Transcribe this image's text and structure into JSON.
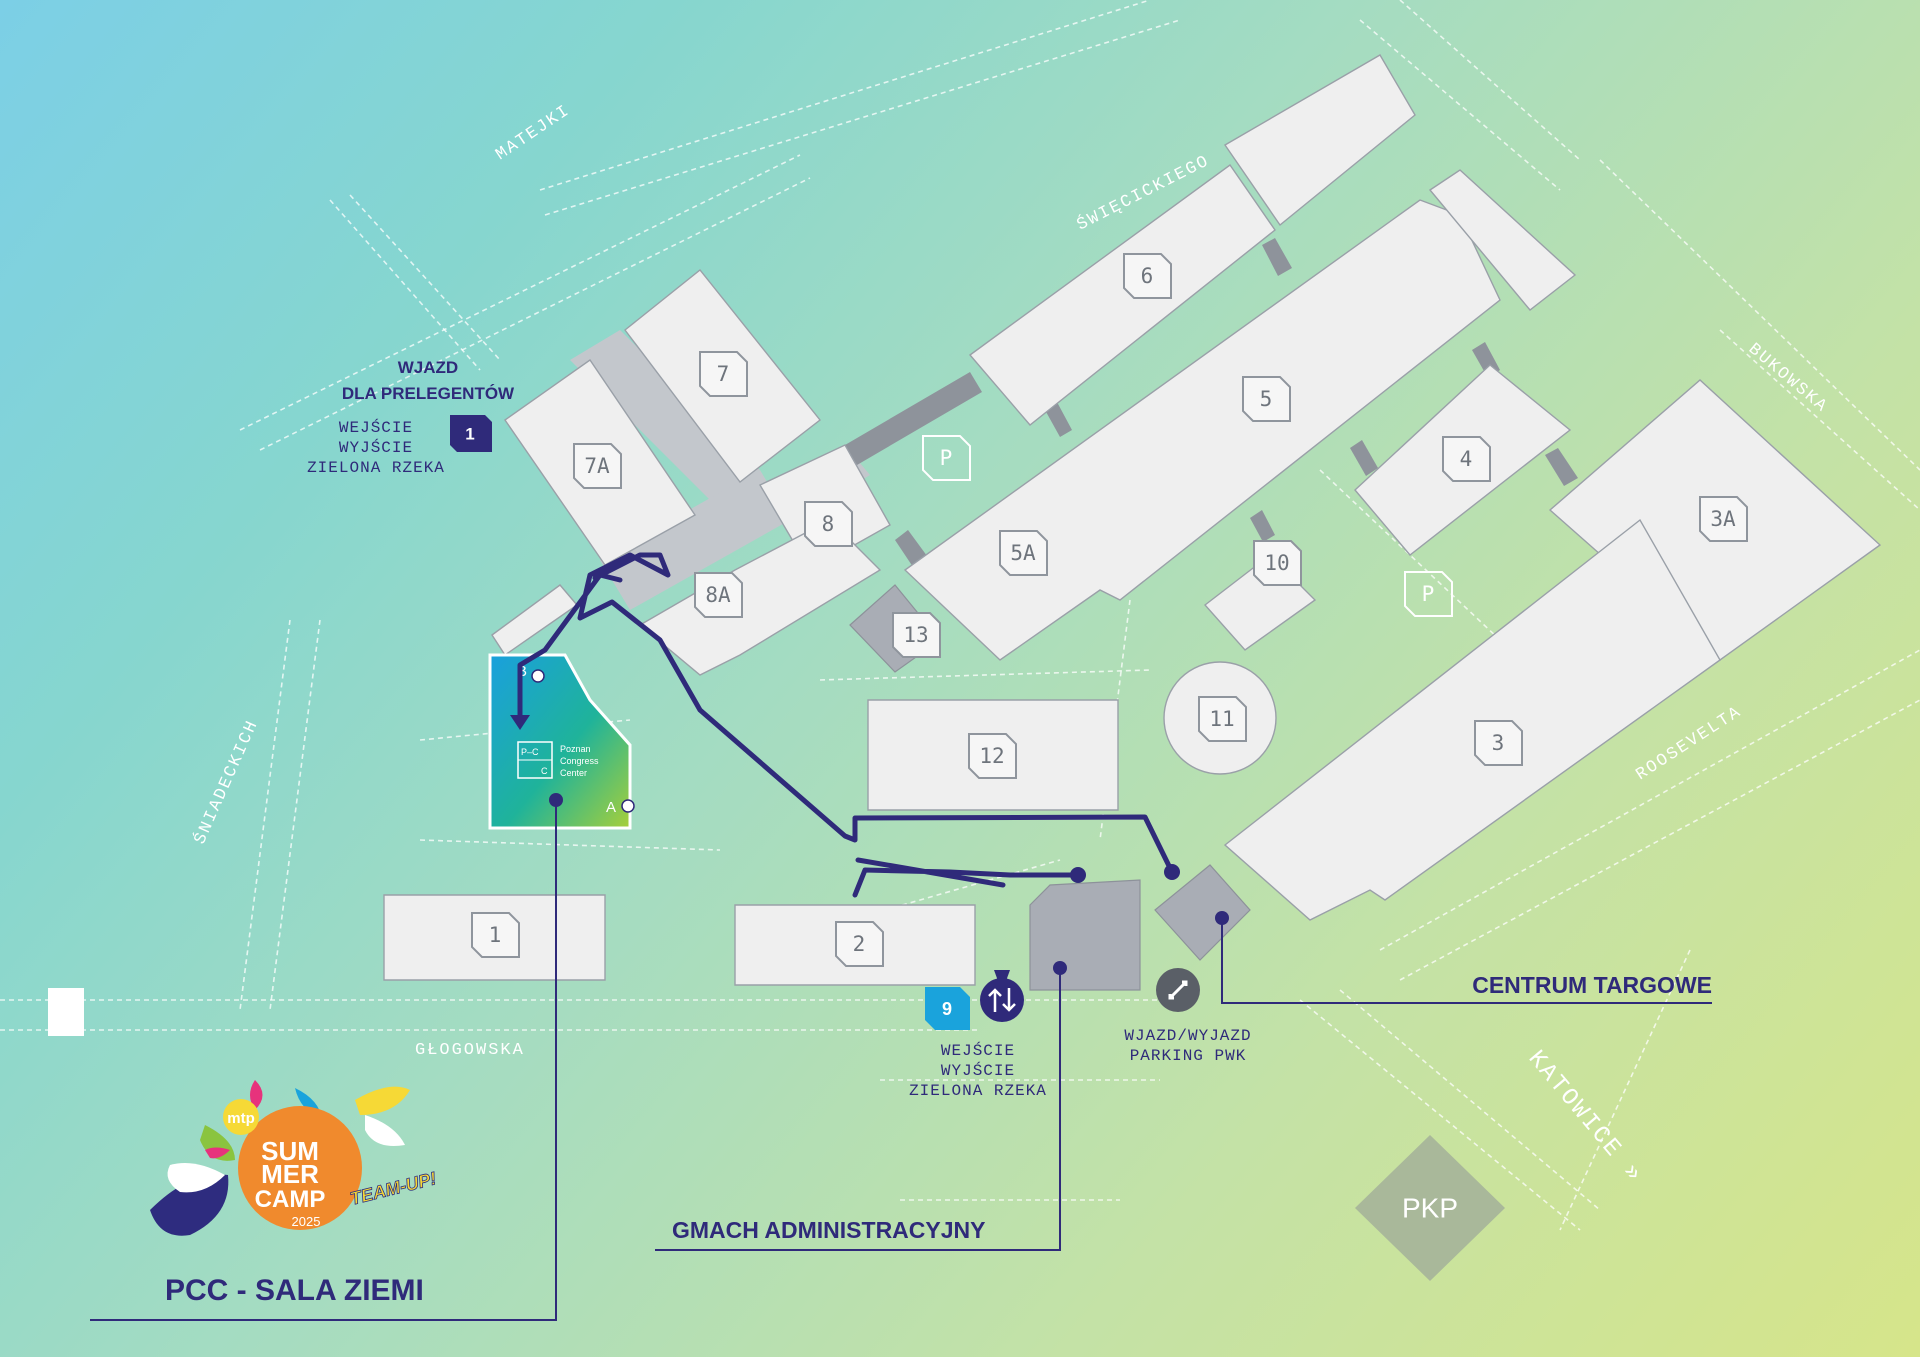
{
  "streets": {
    "matejki": "MATEJKI",
    "swiecickiego": "ŚWIĘCICKIEGO",
    "bukowska": "BUKOWSKA",
    "roosevelta": "ROOSEVELTA",
    "sniadeckich": "ŚNIADECKICH",
    "glogowska": "GŁOGOWSKA",
    "katowice": "KATOWICE »"
  },
  "halls": {
    "h1": "1",
    "h2": "2",
    "h3": "3",
    "h3a": "3A",
    "h4": "4",
    "h5": "5",
    "h5a": "5A",
    "h6": "6",
    "h7": "7",
    "h7a": "7A",
    "h8": "8",
    "h8a": "8A",
    "h10": "10",
    "h11": "11",
    "h12": "12",
    "h13": "13"
  },
  "parking": {
    "label": "P"
  },
  "entrance1": {
    "title_line1": "WJAZD",
    "title_line2": "DLA PRELEGENTÓW",
    "badge": "1",
    "line1": "WEJŚCIE",
    "line2": "WYJŚCIE",
    "line3": "ZIELONA RZEKA"
  },
  "entrance9": {
    "badge": "9",
    "line1": "WEJŚCIE",
    "line2": "WYJŚCIE",
    "line3": "ZIELONA RZEKA"
  },
  "parking_pwk": {
    "line1": "WJAZD/WYJAZD",
    "line2": "PARKING PWK"
  },
  "pcc": {
    "door_a": "A",
    "door_b": "B",
    "logo_top": "P–C",
    "logo_bottom": "C",
    "name1": "Poznan",
    "name2": "Congress",
    "name3": "Center"
  },
  "destinations": {
    "centrum": "CENTRUM TARGOWE",
    "gmach": "GMACH ADMINISTRACYJNY",
    "pcc": "PCC - SALA ZIEMI"
  },
  "pkp": "PKP",
  "logo": {
    "brand": "mtp",
    "sum": "SUM",
    "mer": "MER",
    "camp": "CAMP",
    "year": "2025",
    "teamup": "TEAM-UP!"
  },
  "colors": {
    "route": "#2f2a7a",
    "accent_blue": "#1aa3dc",
    "logo_orange": "#f08a2d",
    "hall": "#efefef"
  }
}
